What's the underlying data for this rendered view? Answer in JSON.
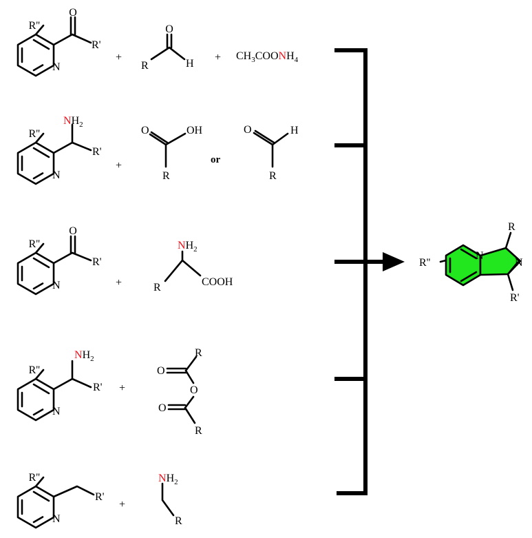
{
  "labels": {
    "R": "R",
    "R1": "R'",
    "R2": "R''",
    "N": "N",
    "O": "O",
    "H": "H",
    "H2": "H",
    "sub2": "2",
    "OH": "OH",
    "COOH": "COOH",
    "plus": "+",
    "or": "or",
    "ac_a": "CH",
    "ac_3": "3",
    "ac_b": "COO",
    "ac_N": "N",
    "ac_c": "H",
    "ac_4": "4"
  },
  "colors": {
    "nitrogen_highlight": "#e8141e",
    "product_fill": "#22e61e",
    "ink": "#000000"
  }
}
